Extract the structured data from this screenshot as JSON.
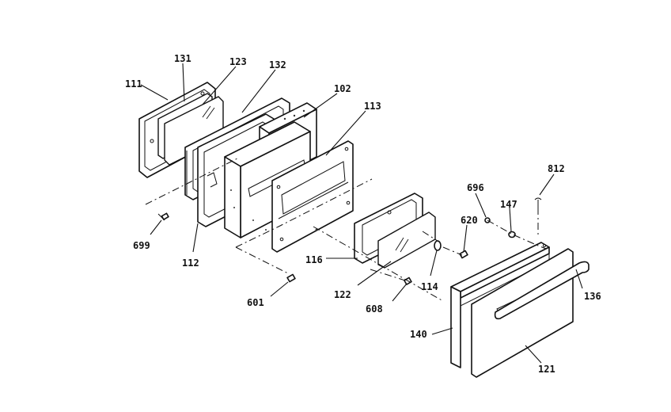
{
  "callouts": {
    "c111": "111",
    "c131": "131",
    "c123": "123",
    "c132": "132",
    "c102": "102",
    "c113": "113",
    "c699": "699",
    "c112": "112",
    "c116": "116",
    "c122": "122",
    "c114": "114",
    "c601": "601",
    "c608": "608",
    "c620": "620",
    "c696": "696",
    "c147": "147",
    "c812": "812",
    "c136": "136",
    "c140": "140",
    "c121": "121"
  }
}
